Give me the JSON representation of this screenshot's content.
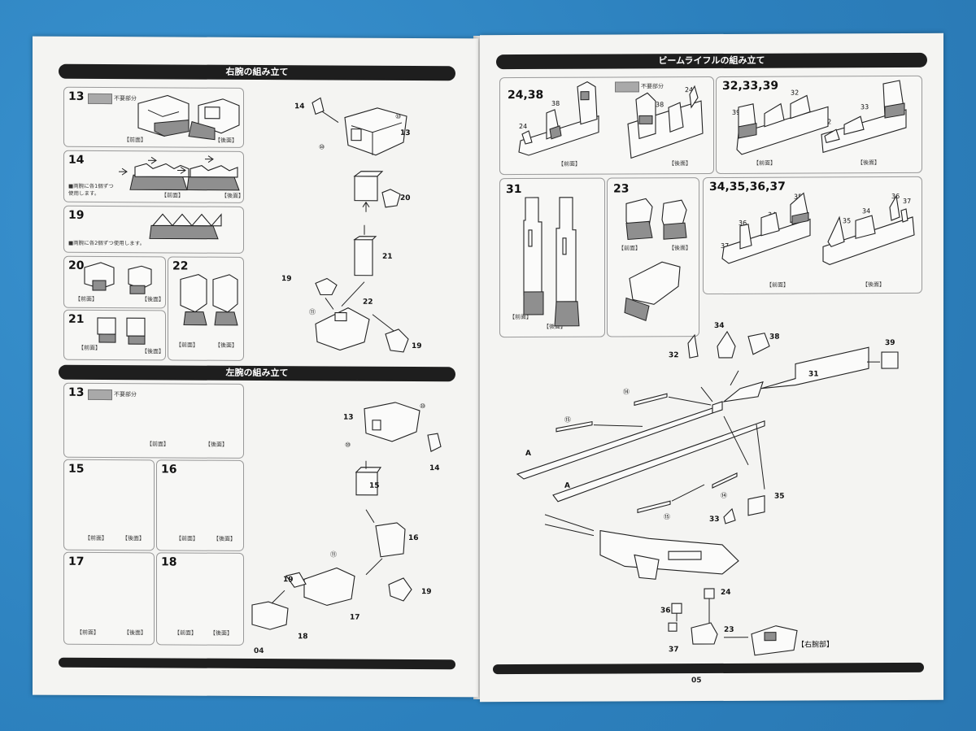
{
  "left_page": {
    "right_arm_header": "右腕の組み立て",
    "left_arm_header": "左腕の組み立て",
    "page_number": "04",
    "unused_label": "不要部分",
    "steps": {
      "s13a": "13",
      "s14": "14",
      "s19": "19",
      "s20": "20",
      "s21": "21",
      "s22": "22",
      "s13b": "13",
      "s15": "15",
      "s16": "16",
      "s17": "17",
      "s18": "18"
    },
    "notes": {
      "n14": "■両腕に各1個ずつ\n使用します。",
      "n19": "■両腕に各2個ずつ使用します。"
    },
    "front": "【前面】",
    "back": "【後面】",
    "callouts_right_arm": [
      "14",
      "⑩",
      "⑩",
      "13",
      "20",
      "21",
      "19",
      "⑪",
      "22",
      "19"
    ],
    "callouts_left_arm": [
      "13",
      "⑩",
      "⑩",
      "14",
      "15",
      "16",
      "⑪",
      "19",
      "19",
      "17",
      "18"
    ]
  },
  "right_page": {
    "header": "ビームライフルの組み立て",
    "page_number": "05",
    "unused_label": "不要部分",
    "steps": {
      "s24_38": "24,38",
      "s32_33_39": "32,33,39",
      "s31": "31",
      "s23": "23",
      "s34_37": "34,35,36,37"
    },
    "front": "【前面】",
    "back": "【後面】",
    "callouts": [
      "34",
      "38",
      "32",
      "39",
      "31",
      "⑭",
      "⑮",
      "A",
      "A",
      "⑭",
      "⑮",
      "33",
      "35",
      "24",
      "36",
      "23",
      "37"
    ],
    "right_arm_label": "【右腕部】",
    "mini_labels": {
      "l24a": "24",
      "l38a": "38",
      "l38b": "38",
      "l24b": "24",
      "l32a": "32",
      "l39a": "39",
      "l39b": "39",
      "l33a": "33",
      "l32b": "32",
      "l35a": "35",
      "l36a": "36",
      "l34a": "34",
      "l37a": "37",
      "l35b": "35",
      "l34b": "34",
      "l36b": "36",
      "l37b": "37"
    }
  }
}
